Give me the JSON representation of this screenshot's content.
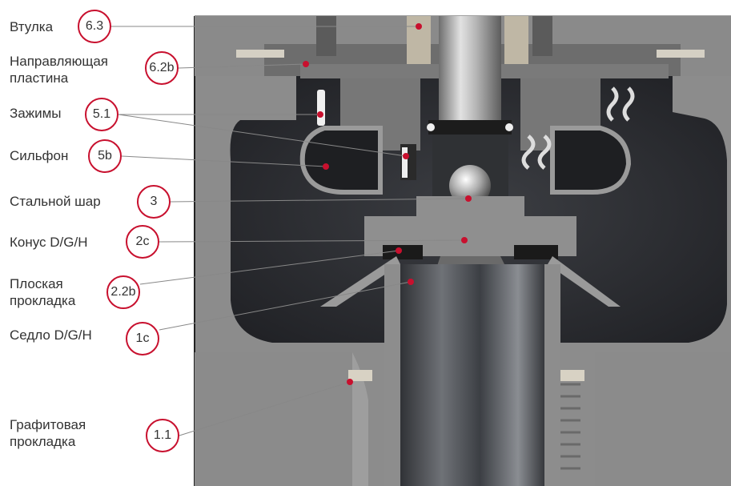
{
  "colors": {
    "accent": "#c8102e",
    "body_grey": "#8e8e8e",
    "dark_chamber": "#2b2d31",
    "text": "#333333"
  },
  "callouts": [
    {
      "id": "bushing",
      "label": "Втулка",
      "number": "6.3"
    },
    {
      "id": "guide-plate",
      "label": "Направляющая\nпластина",
      "number": "6.2b"
    },
    {
      "id": "clamps",
      "label": "Зажимы",
      "number": "5.1"
    },
    {
      "id": "bellows",
      "label": "Сильфон",
      "number": "5b"
    },
    {
      "id": "steel-ball",
      "label": "Стальной шар",
      "number": "3"
    },
    {
      "id": "cone",
      "label": "Конус D/G/H",
      "number": "2c"
    },
    {
      "id": "flat-gasket",
      "label": "Плоская\nпрокладка",
      "number": "2.2b"
    },
    {
      "id": "seat",
      "label": "Седло D/G/H",
      "number": "1c"
    },
    {
      "id": "graphite-gasket",
      "label": "Графитовая\nпрокладка",
      "number": "1.1"
    }
  ]
}
